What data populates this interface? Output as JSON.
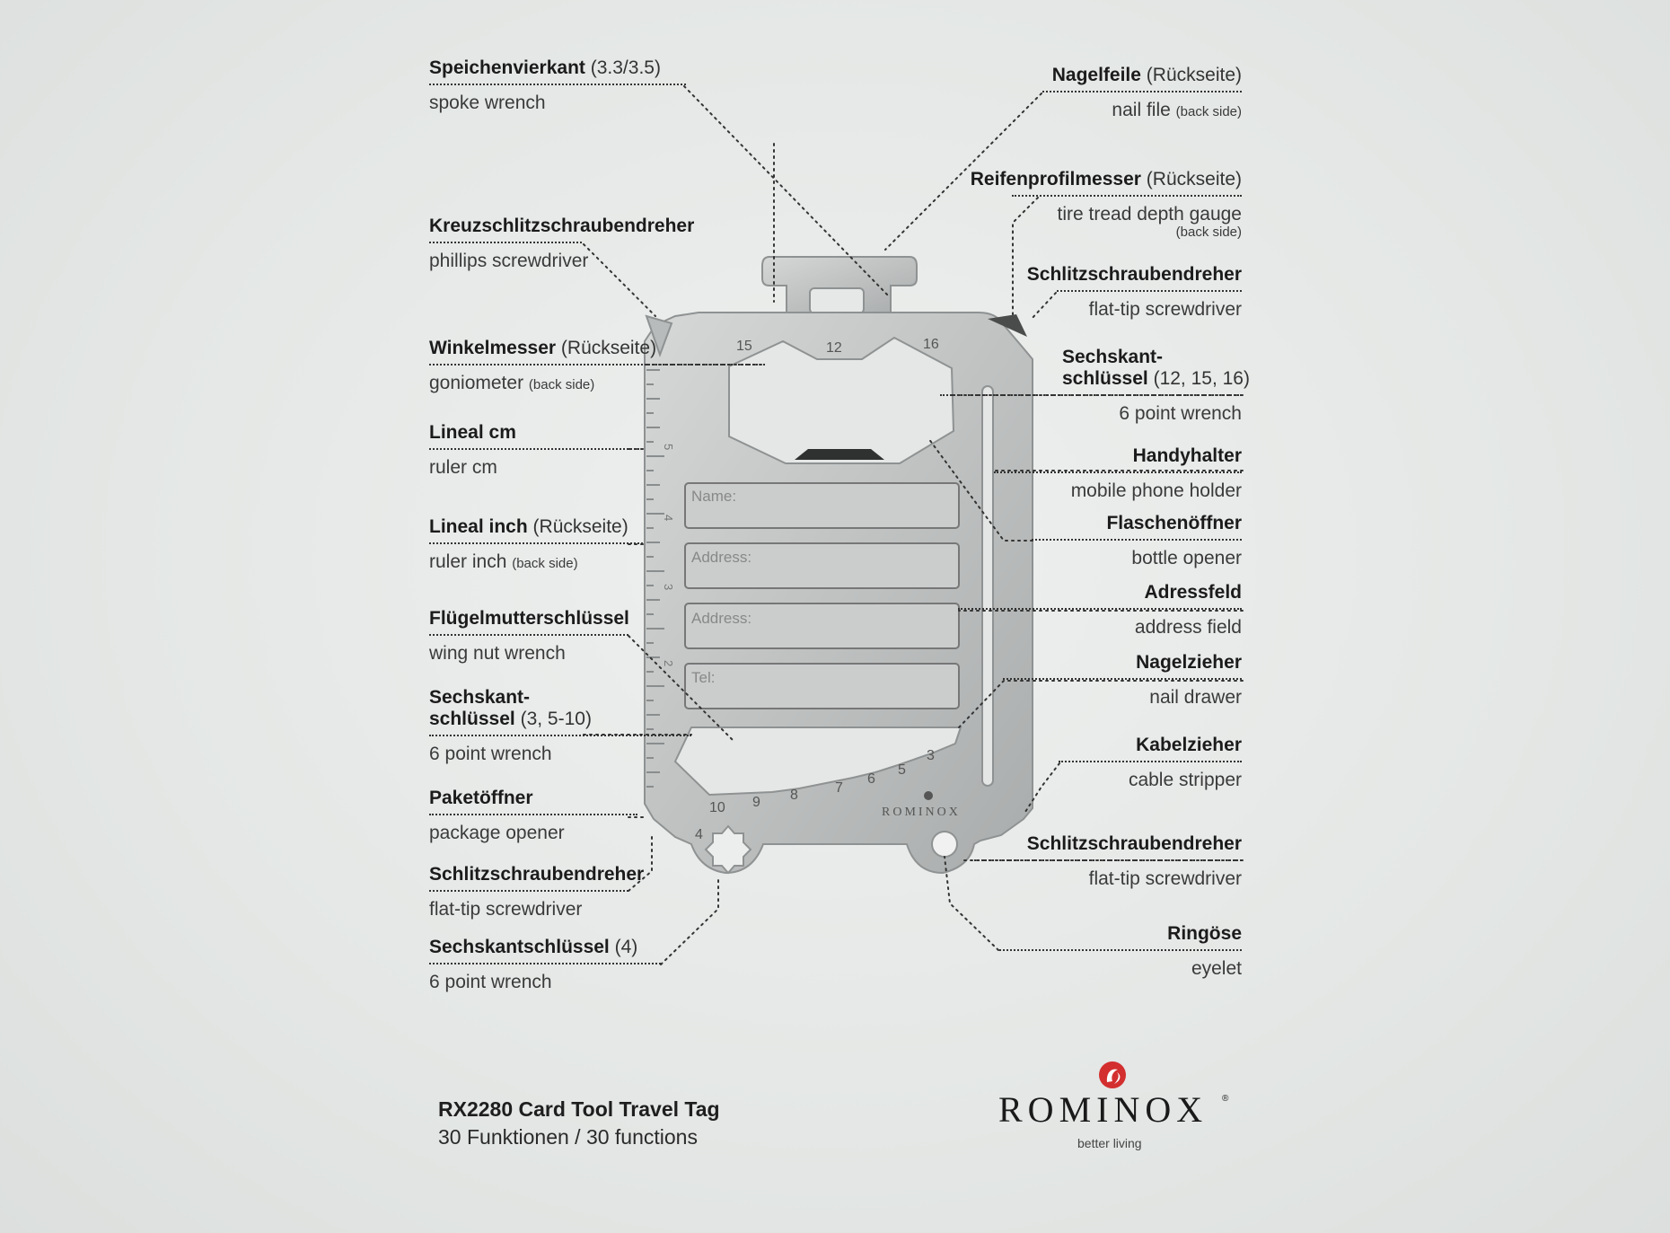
{
  "labels_left": [
    {
      "id": "spoke",
      "de": "Speichenvierkant",
      "de_extra": "(3.3/3.5)",
      "en": "spoke wrench",
      "en_extra": ""
    },
    {
      "id": "phillips",
      "de": "Kreuzschlitzschraubendreher",
      "de_extra": "",
      "en": "phillips screwdriver",
      "en_extra": ""
    },
    {
      "id": "goniometer",
      "de": "Winkelmesser",
      "de_extra": "(Rückseite)",
      "en": "goniometer",
      "en_extra": "(back side)"
    },
    {
      "id": "ruler-cm",
      "de": "Lineal cm",
      "de_extra": "",
      "en": "ruler cm",
      "en_extra": ""
    },
    {
      "id": "ruler-inch",
      "de": "Lineal inch",
      "de_extra": "(Rückseite)",
      "en": "ruler inch",
      "en_extra": "(back side)"
    },
    {
      "id": "wingnut",
      "de": "Flügelmutterschlüssel",
      "de_extra": "",
      "en": "wing nut wrench",
      "en_extra": ""
    },
    {
      "id": "hex-3-10",
      "de": "Sechskant-",
      "de2": "schlüssel",
      "de_extra": "(3, 5-10)",
      "en": "6 point wrench",
      "en_extra": ""
    },
    {
      "id": "package",
      "de": "Paketöffner",
      "de_extra": "",
      "en": "package opener",
      "en_extra": ""
    },
    {
      "id": "flat-left",
      "de": "Schlitzschraubendreher",
      "de_extra": "",
      "en": "flat-tip screwdriver",
      "en_extra": ""
    },
    {
      "id": "hex-4",
      "de": "Sechskantschlüssel",
      "de_extra": "(4)",
      "en": "6 point wrench",
      "en_extra": ""
    }
  ],
  "labels_right": [
    {
      "id": "nailfile",
      "de": "Nagelfeile",
      "de_extra": "(Rückseite)",
      "en": "nail file",
      "en_extra": "(back side)"
    },
    {
      "id": "tread",
      "de": "Reifenprofilmesser",
      "de_extra": "(Rückseite)",
      "en": "tire tread depth gauge",
      "en_extra": "",
      "en_line2": "(back side)"
    },
    {
      "id": "flat-top",
      "de": "Schlitzschraubendreher",
      "de_extra": "",
      "en": "flat-tip screwdriver",
      "en_extra": ""
    },
    {
      "id": "hex-12",
      "de": "Sechskant-",
      "de2": "schlüssel",
      "de_extra": "(12, 15, 16)",
      "en": "6 point wrench",
      "en_extra": ""
    },
    {
      "id": "phone",
      "de": "Handyhalter",
      "de_extra": "",
      "en": "mobile phone holder",
      "en_extra": ""
    },
    {
      "id": "bottle",
      "de": "Flaschenöffner",
      "de_extra": "",
      "en": "bottle opener",
      "en_extra": ""
    },
    {
      "id": "address",
      "de": "Adressfeld",
      "de_extra": "",
      "en": "address field",
      "en_extra": ""
    },
    {
      "id": "nail",
      "de": "Nagelzieher",
      "de_extra": "",
      "en": "nail drawer",
      "en_extra": ""
    },
    {
      "id": "cable",
      "de": "Kabelzieher",
      "de_extra": "",
      "en": "cable stripper",
      "en_extra": ""
    },
    {
      "id": "flat-bottom",
      "de": "Schlitzschraubendreher",
      "de_extra": "",
      "en": "flat-tip screwdriver",
      "en_extra": ""
    },
    {
      "id": "eyelet",
      "de": "Ringöse",
      "de_extra": "",
      "en": "eyelet",
      "en_extra": ""
    }
  ],
  "card": {
    "fields": [
      "Name:",
      "Address:",
      "Address:",
      "Tel:"
    ],
    "top_hex_sizes": [
      "15",
      "12",
      "16"
    ],
    "bottom_hex_sizes": [
      "10",
      "9",
      "8",
      "7",
      "6",
      "5",
      "3"
    ],
    "corner_hex_size": "4",
    "ruler_numbers": [
      "5",
      "4",
      "3",
      "2"
    ],
    "engraving": "ROMINOX"
  },
  "footer": {
    "product": "RX2280 Card Tool Travel Tag",
    "functions": "30 Funktionen / 30 functions"
  },
  "brand": {
    "name": "ROMINOX",
    "registered": "®",
    "tagline": "better living",
    "color": "#d32f2f"
  }
}
